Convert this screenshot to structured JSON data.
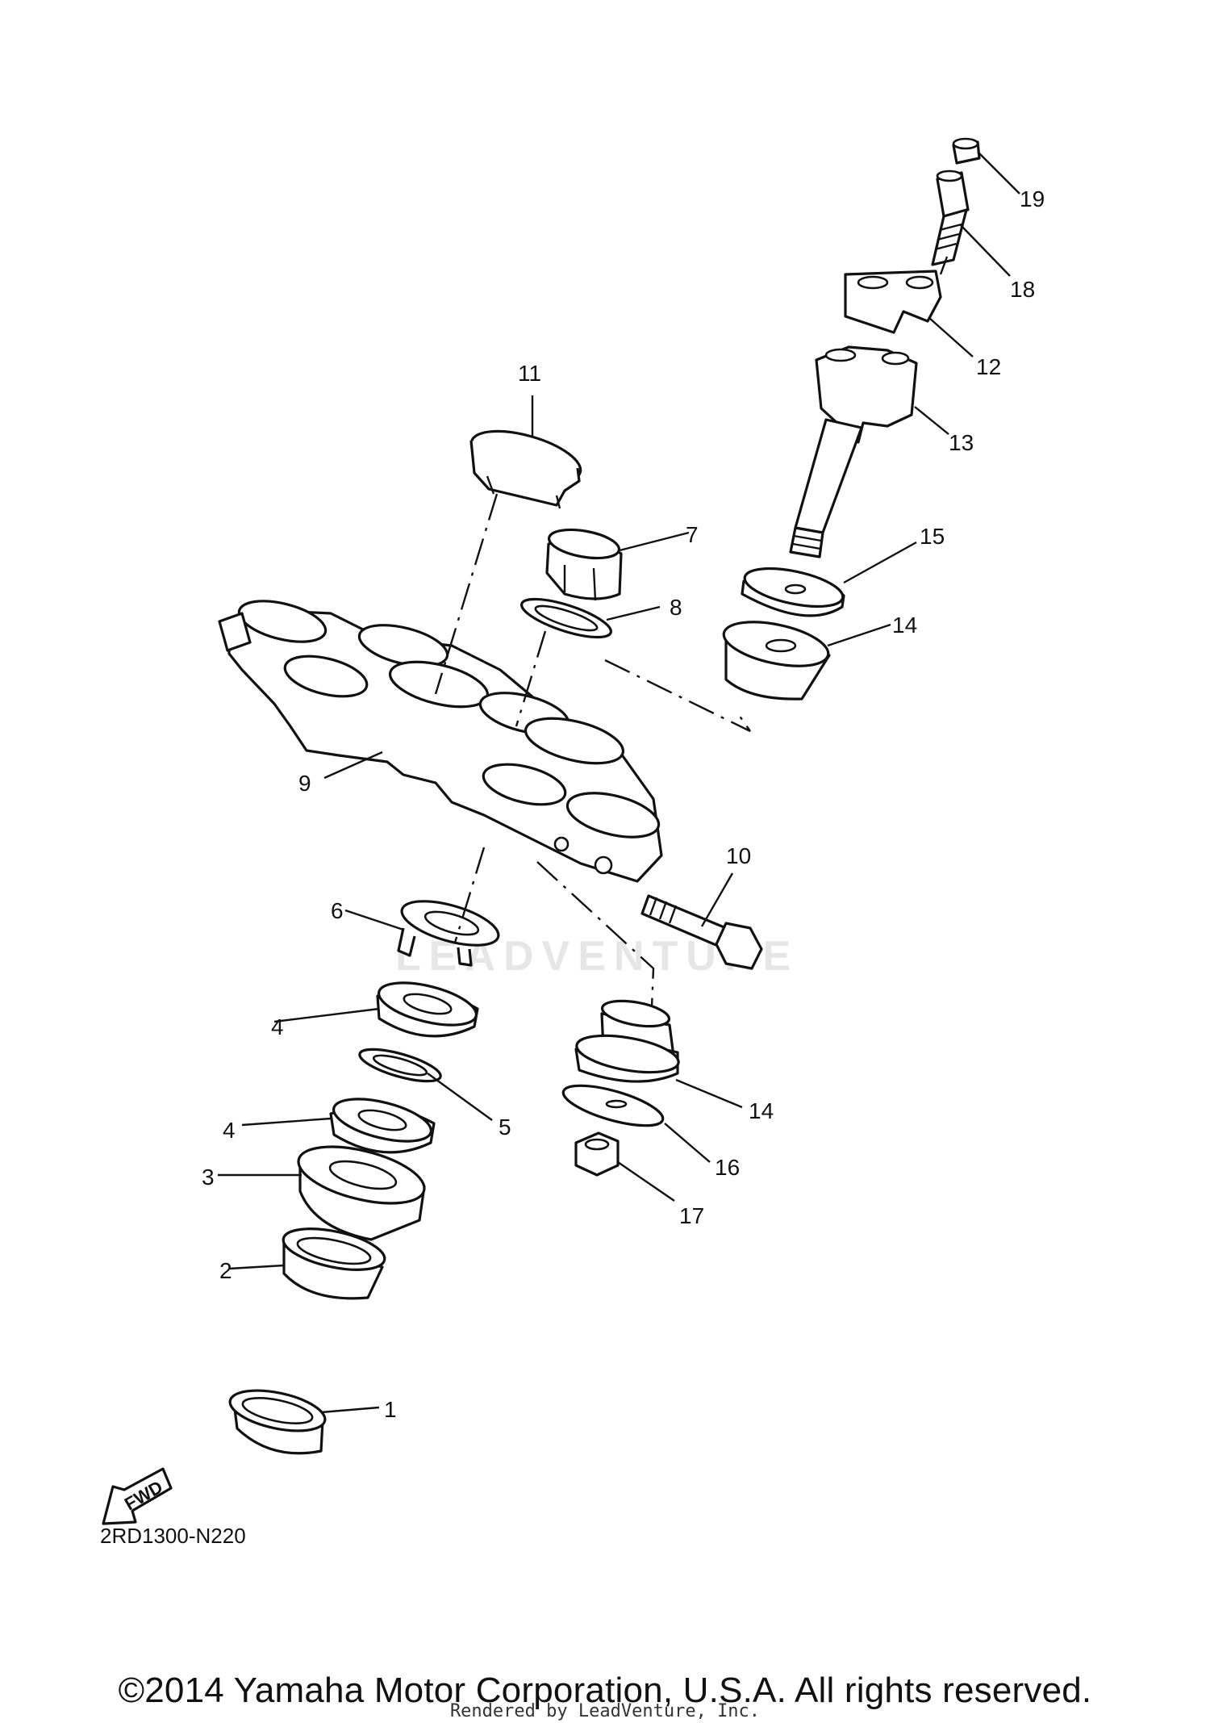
{
  "diagram": {
    "code": "2RD1300-N220",
    "fwd_label": "FWD",
    "watermark": "LEADVENTURE",
    "callouts": {
      "n1": "1",
      "n2": "2",
      "n3": "3",
      "n4a": "4",
      "n4b": "4",
      "n5": "5",
      "n6": "6",
      "n7": "7",
      "n8": "8",
      "n9": "9",
      "n10": "10",
      "n11": "11",
      "n12": "12",
      "n13": "13",
      "n14a": "14",
      "n14b": "14",
      "n15": "15",
      "n16": "16",
      "n17": "17",
      "n18": "18",
      "n19": "19"
    }
  },
  "footer": {
    "copyright": "©2014 Yamaha Motor Corporation, U.S.A. All rights reserved.",
    "rendered_by": "Rendered by LeadVenture, Inc."
  }
}
